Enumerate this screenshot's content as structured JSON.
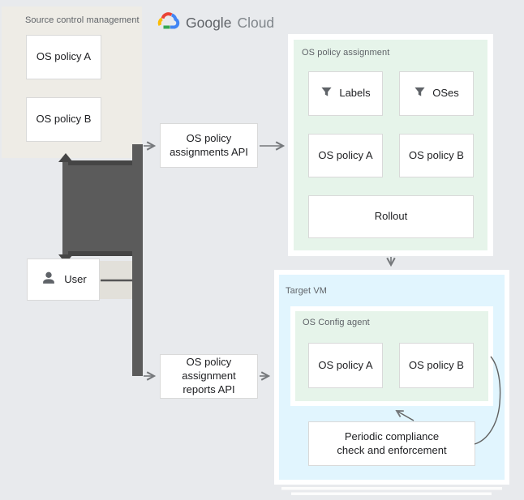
{
  "header": {
    "brand_primary": "Google",
    "brand_secondary": "Cloud"
  },
  "source_control": {
    "label": "Source control management",
    "policy_a": "OS policy A",
    "policy_b": "OS policy B"
  },
  "user": {
    "label": "User"
  },
  "apis": {
    "assignments": {
      "line1": "OS policy",
      "line2": "assignments API"
    },
    "reports": {
      "line1": "OS policy",
      "line2": "assignment",
      "line3": "reports API"
    }
  },
  "policy_assignment": {
    "label": "OS policy assignment",
    "labels_box": "Labels",
    "oses_box": "OSes",
    "policy_a": "OS policy A",
    "policy_b": "OS policy B",
    "rollout": "Rollout"
  },
  "target_vm": {
    "label": "Target VM",
    "os_config_agent": {
      "label": "OS Config agent",
      "policy_a": "OS policy A",
      "policy_b": "OS policy B"
    },
    "periodic": {
      "line1": "Periodic compliance",
      "line2": "check and enforcement"
    }
  },
  "colors": {
    "background": "#e8eaed",
    "source_control_fill": "#eeece6",
    "assignment_fill": "#e6f4ea",
    "target_vm_fill": "#e1f5fe",
    "connector_dark": "#5b5b5b",
    "connector_edge": "#454545",
    "arrow_gray": "#75787b",
    "label_gray": "#5f6368",
    "google_blue": "#4285F4",
    "google_red": "#EA4335",
    "google_yellow": "#FBBC05",
    "google_green": "#34A853"
  }
}
